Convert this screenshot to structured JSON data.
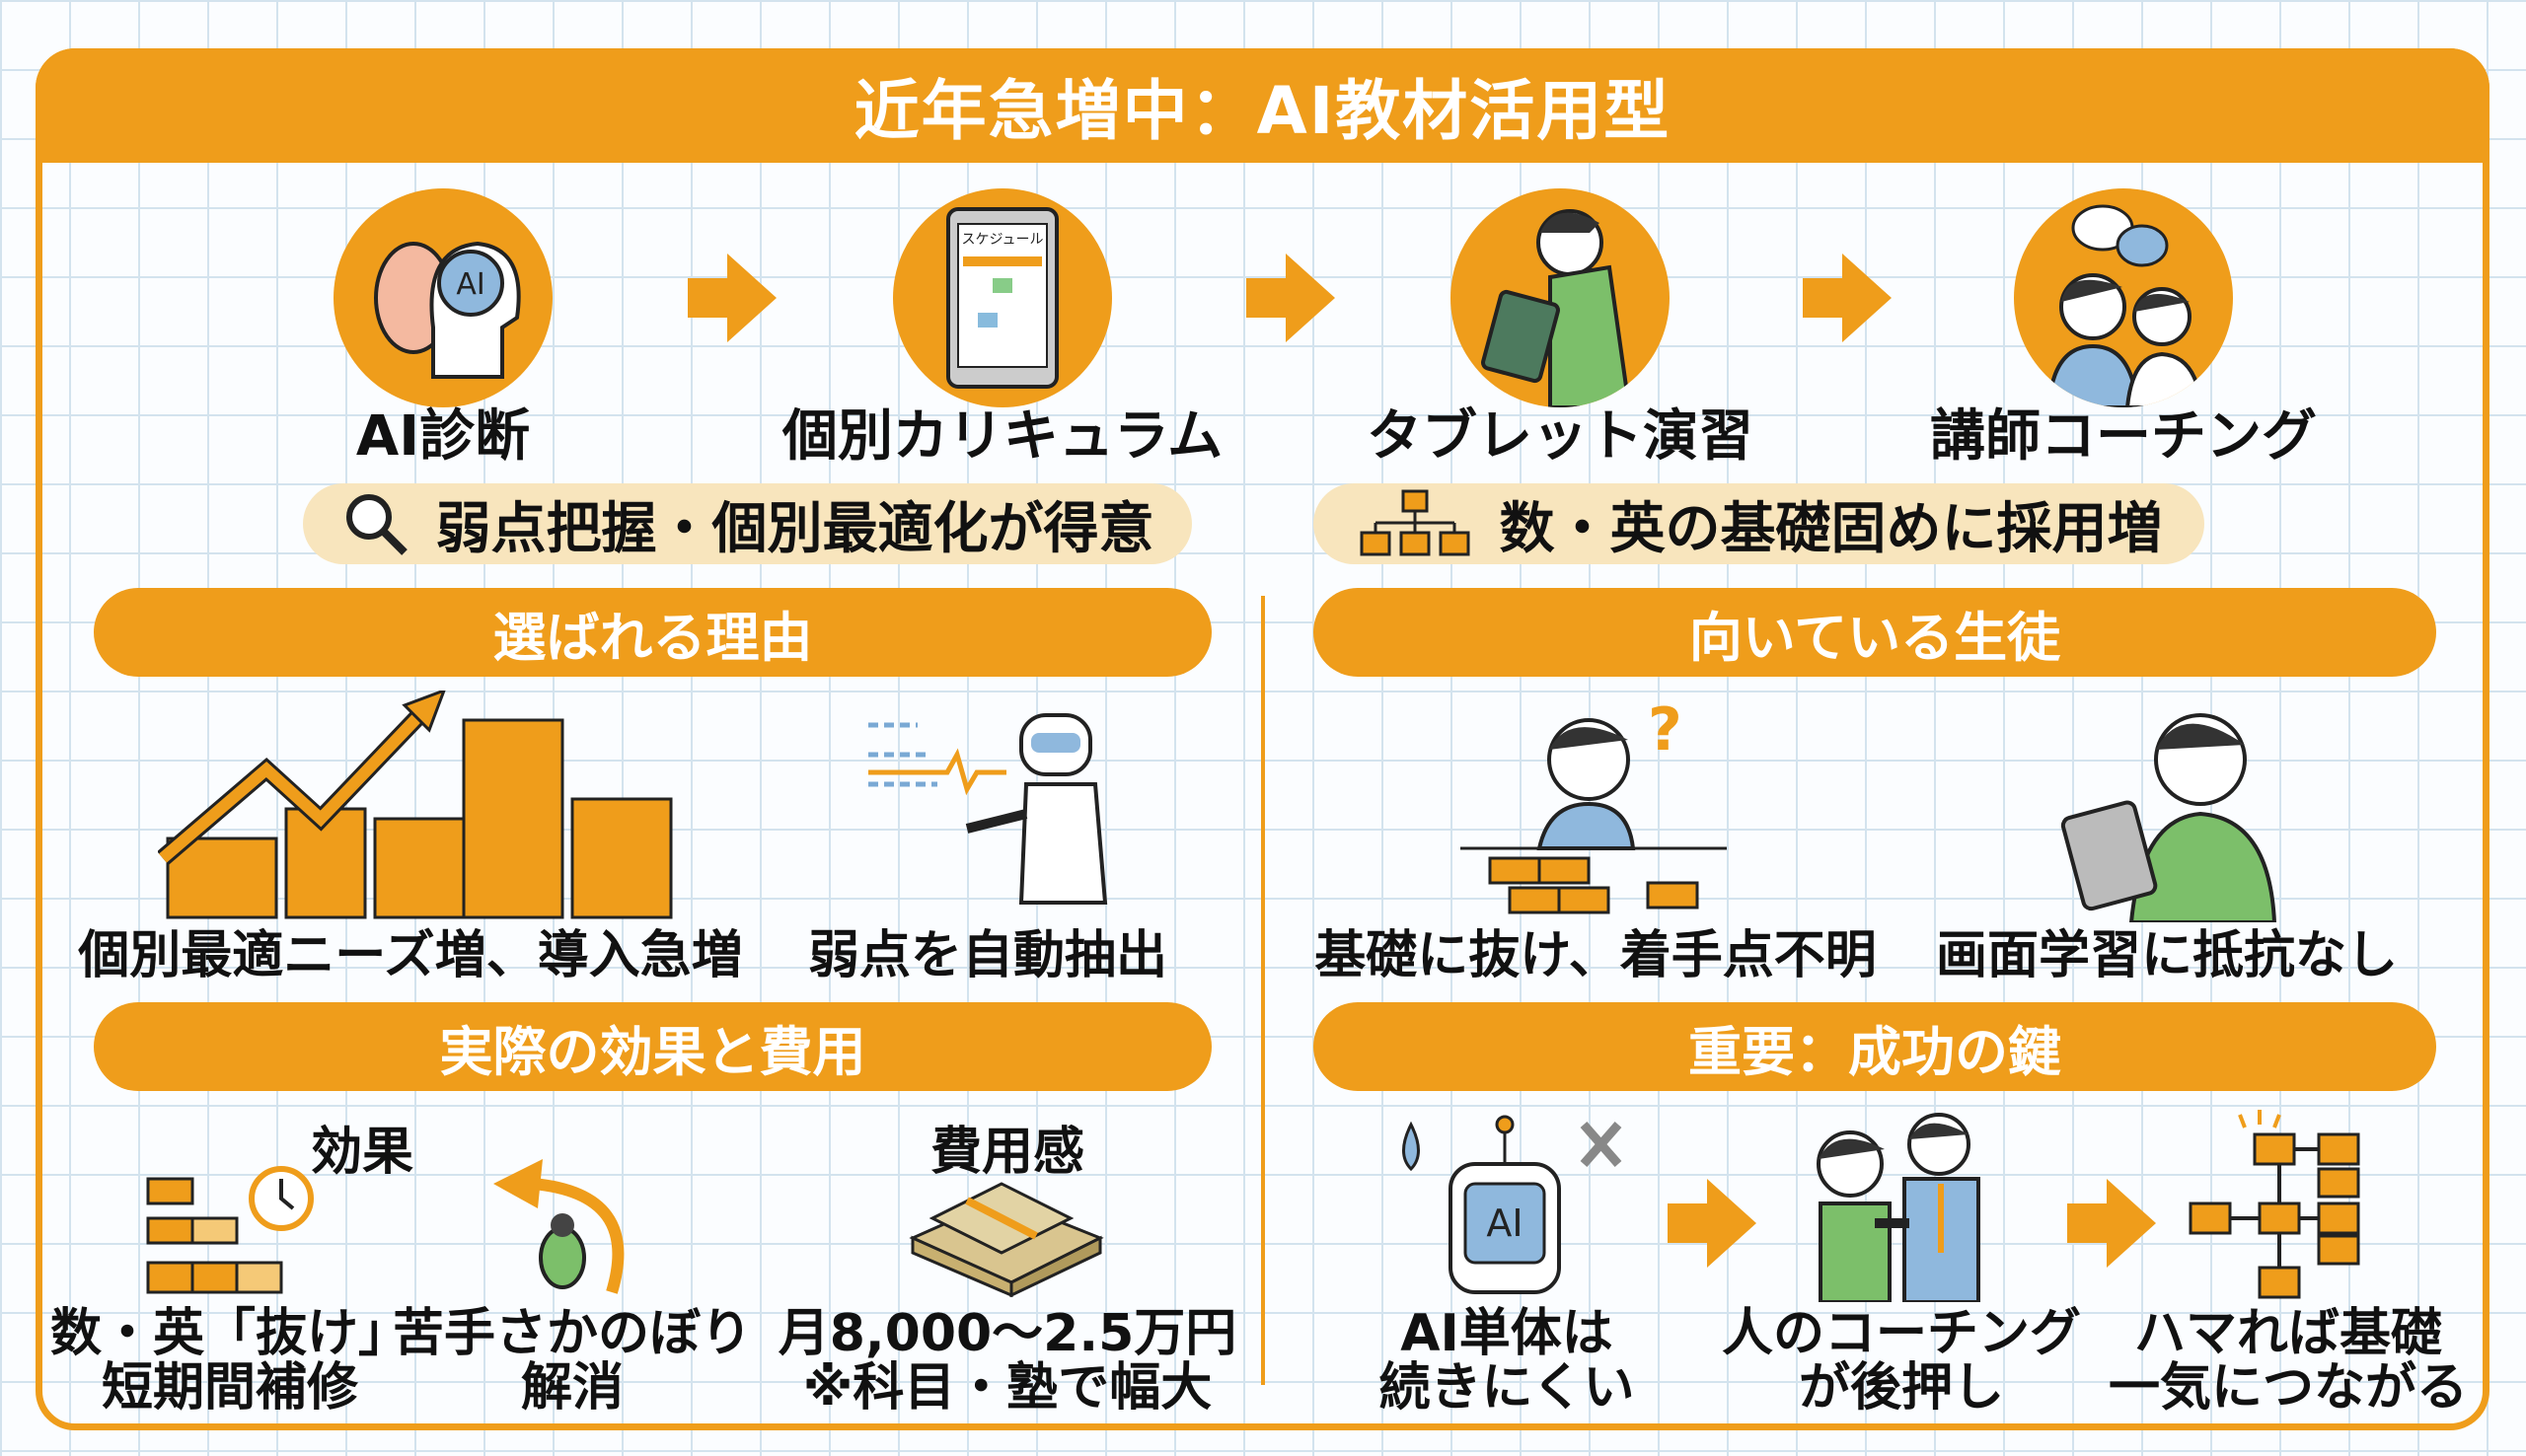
{
  "title": "近年急増中：AI教材活用型",
  "flow": {
    "steps": [
      {
        "label": "AI診断",
        "icon": "ai-brain-icon",
        "icon_text": "AI"
      },
      {
        "label": "個別カリキュラム",
        "icon": "tablet-schedule-icon",
        "icon_text": "スケジュール"
      },
      {
        "label": "タブレット演習",
        "icon": "student-tablet-icon"
      },
      {
        "label": "講師コーチング",
        "icon": "coaching-people-icon"
      }
    ]
  },
  "pills": [
    {
      "text": "弱点把握・個別最適化が得意",
      "icon": "magnifier-icon"
    },
    {
      "text": "数・英の基礎固めに採用増",
      "icon": "hierarchy-icon"
    }
  ],
  "sections": {
    "reasons": {
      "title": "選ばれる理由",
      "items": [
        "個別最適ニーズ増、導入急増",
        "弱点を自動抽出"
      ]
    },
    "suited": {
      "title": "向いている生徒",
      "items": [
        "基礎に抜け、着手点不明",
        "画面学習に抵抗なし"
      ]
    },
    "effects": {
      "title": "実際の効果と費用",
      "effect_label": "効果",
      "cost_label": "費用感",
      "items": [
        [
          "数・英「抜け」",
          "短期間補修"
        ],
        [
          "苦手さかのぼり",
          "解消"
        ],
        [
          "月8,000〜2.5万円",
          "※科目・塾で幅大"
        ]
      ]
    },
    "key": {
      "title": "重要：成功の鍵",
      "items": [
        [
          "AI単体は",
          "続きにくい"
        ],
        [
          "人のコーチング",
          "が後押し"
        ],
        [
          "ハマれば基礎",
          "一気につながる"
        ]
      ],
      "robot_text": "AI"
    }
  },
  "colors": {
    "accent": "#ef9d1b",
    "pill": "#f8e5bd",
    "grid": "#d3e3ee"
  }
}
